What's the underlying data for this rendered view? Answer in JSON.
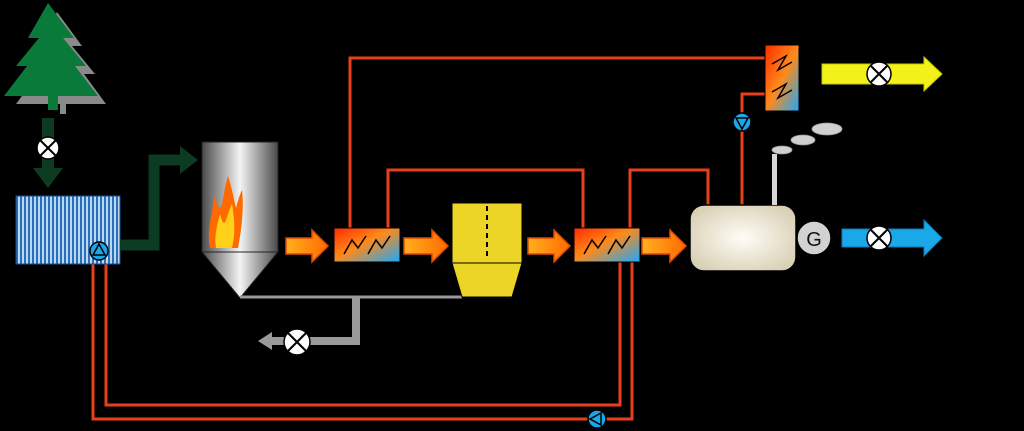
{
  "generator_label": "G",
  "colors": {
    "background": "#000000",
    "hot_pipe": "#e8401c",
    "gas_arrow": "#ff7a10",
    "tree": "#0a7a3a",
    "wood_flow": "#0d3b22",
    "ash": "#9a9a9a",
    "filter": "#ecd526",
    "heat_output": "#f2f21a",
    "power_output": "#1aa8e8",
    "storage_tank": "#efe6cf"
  },
  "components": [
    "tree-icon",
    "fuel-store",
    "furnace",
    "heat-exchanger-1",
    "particle-filter",
    "heat-exchanger-2",
    "power-unit",
    "generator",
    "heat-exchanger-top",
    "stack",
    "ash-output",
    "heat-output-arrow",
    "power-output-arrow"
  ]
}
